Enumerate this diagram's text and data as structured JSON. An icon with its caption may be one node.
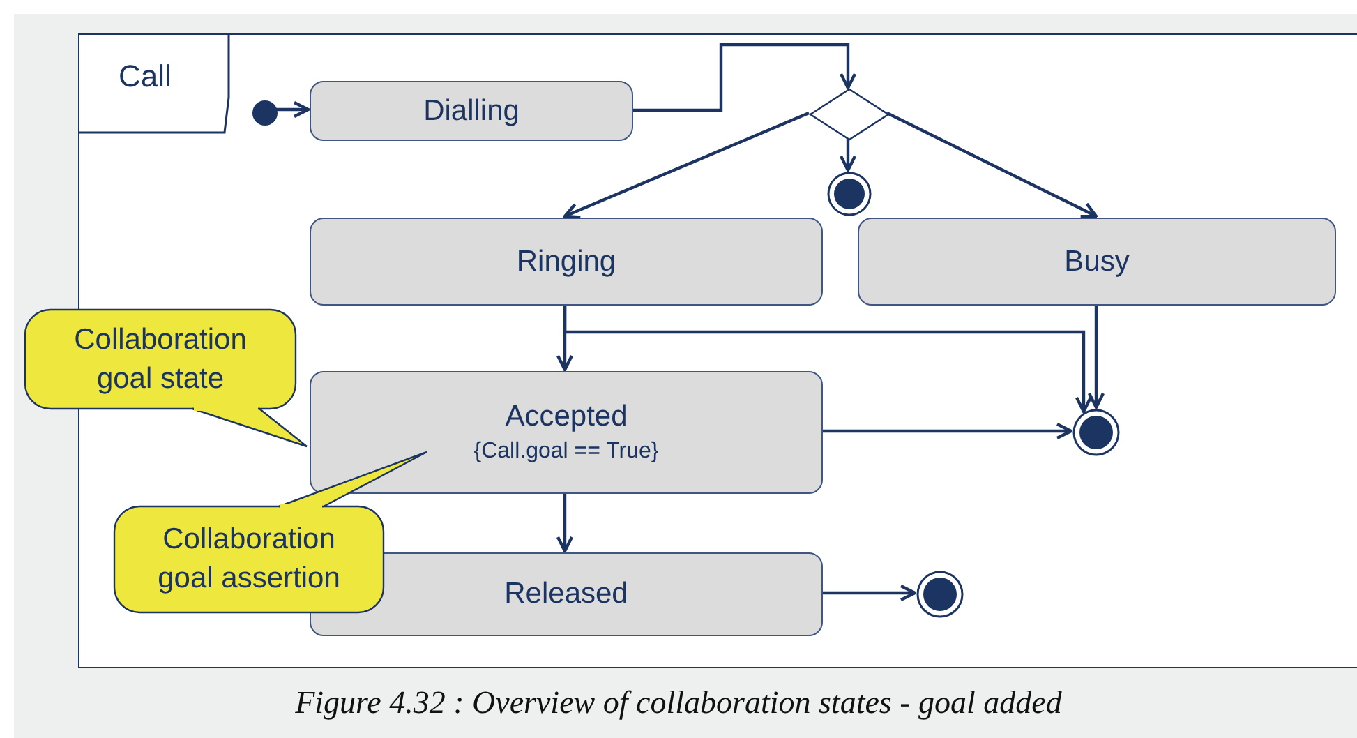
{
  "diagram": {
    "caption": "Figure 4.32 :  Overview of collaboration states - goal added",
    "nodes": [
      {
        "text": [
          "Call"
        ]
      },
      {
        "text": [],
        "shape": "circle",
        "in": 0
      },
      {
        "text": [
          "Dialling"
        ],
        "in": 0
      },
      {
        "text": [],
        "shape": "diamond",
        "in": 0
      },
      {
        "text": [],
        "shape": "bullseye",
        "in": 0
      },
      {
        "text": [
          "Ringing"
        ],
        "in": 0
      },
      {
        "text": [
          "Busy"
        ],
        "in": 0
      },
      {
        "text": [
          "Accepted",
          "{Call.goal == True}"
        ],
        "in": 0
      },
      {
        "text": [],
        "shape": "bullseye",
        "in": 0
      },
      {
        "text": [
          "Released"
        ],
        "in": 0
      },
      {
        "text": [],
        "shape": "bullseye",
        "in": 0
      },
      {
        "text": [
          "Collaboration goal state"
        ]
      },
      {
        "text": [
          "Collaboration goal assertion"
        ],
        "in": 0
      }
    ],
    "edges": [
      {
        "from": 1,
        "to": 2,
        "arrow": "to"
      },
      {
        "from": 2,
        "to": 3,
        "arrow": "to"
      },
      {
        "from": 3,
        "to": 5,
        "arrow": "to"
      },
      {
        "from": 3,
        "to": 4,
        "arrow": "to"
      },
      {
        "from": 3,
        "to": 6,
        "arrow": "to"
      },
      {
        "from": 5,
        "to": 7,
        "arrow": "to"
      },
      {
        "from": 5,
        "to": 8,
        "arrow": "to"
      },
      {
        "from": 6,
        "to": 8,
        "arrow": "to"
      },
      {
        "from": 7,
        "to": 8,
        "arrow": "to"
      },
      {
        "from": 7,
        "to": 9,
        "arrow": "to"
      },
      {
        "from": 9,
        "to": 10,
        "arrow": "to"
      }
    ]
  }
}
